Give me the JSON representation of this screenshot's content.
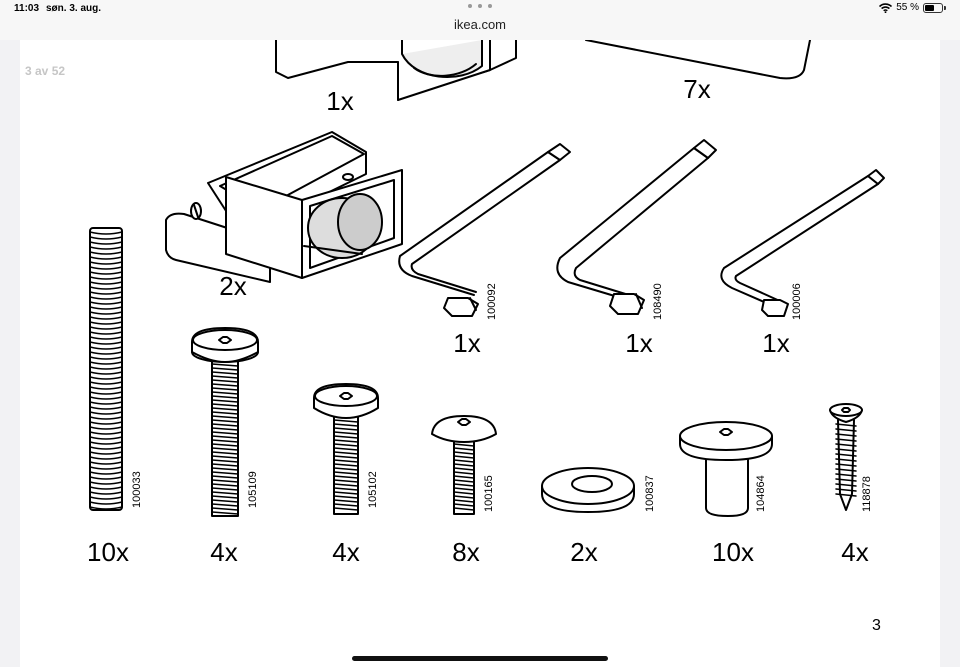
{
  "status_bar": {
    "time": "11:03",
    "date": "søn. 3. aug.",
    "url": "ikea.com",
    "battery": "55 %",
    "battery_level": 0.55,
    "wifi_icon": "wifi-icon",
    "battery_icon": "battery-icon"
  },
  "viewer": {
    "page_counter": "3 av 52",
    "page_number": "3"
  },
  "top_row": [
    {
      "part": "roller-bracket-partial",
      "quantity": "1x"
    },
    {
      "part": "panel-partial",
      "quantity": "7x"
    }
  ],
  "middle_row": [
    {
      "part": "roller-bracket",
      "quantity": "2x"
    },
    {
      "part": "allen-key",
      "code": "100092",
      "quantity": "1x"
    },
    {
      "part": "allen-key",
      "code": "108490",
      "quantity": "1x"
    },
    {
      "part": "allen-key",
      "code": "100006",
      "quantity": "1x"
    }
  ],
  "bottom_row": [
    {
      "part": "threaded-rod",
      "code": "100033",
      "quantity": "10x"
    },
    {
      "part": "bolt-long",
      "code": "105109",
      "quantity": "4x"
    },
    {
      "part": "bolt-medium",
      "code": "105102",
      "quantity": "4x"
    },
    {
      "part": "bolt-short",
      "code": "100165",
      "quantity": "8x"
    },
    {
      "part": "washer",
      "code": "100837",
      "quantity": "2x"
    },
    {
      "part": "barrel-nut",
      "code": "104864",
      "quantity": "10x"
    },
    {
      "part": "wood-screw",
      "code": "118878",
      "quantity": "4x"
    }
  ]
}
